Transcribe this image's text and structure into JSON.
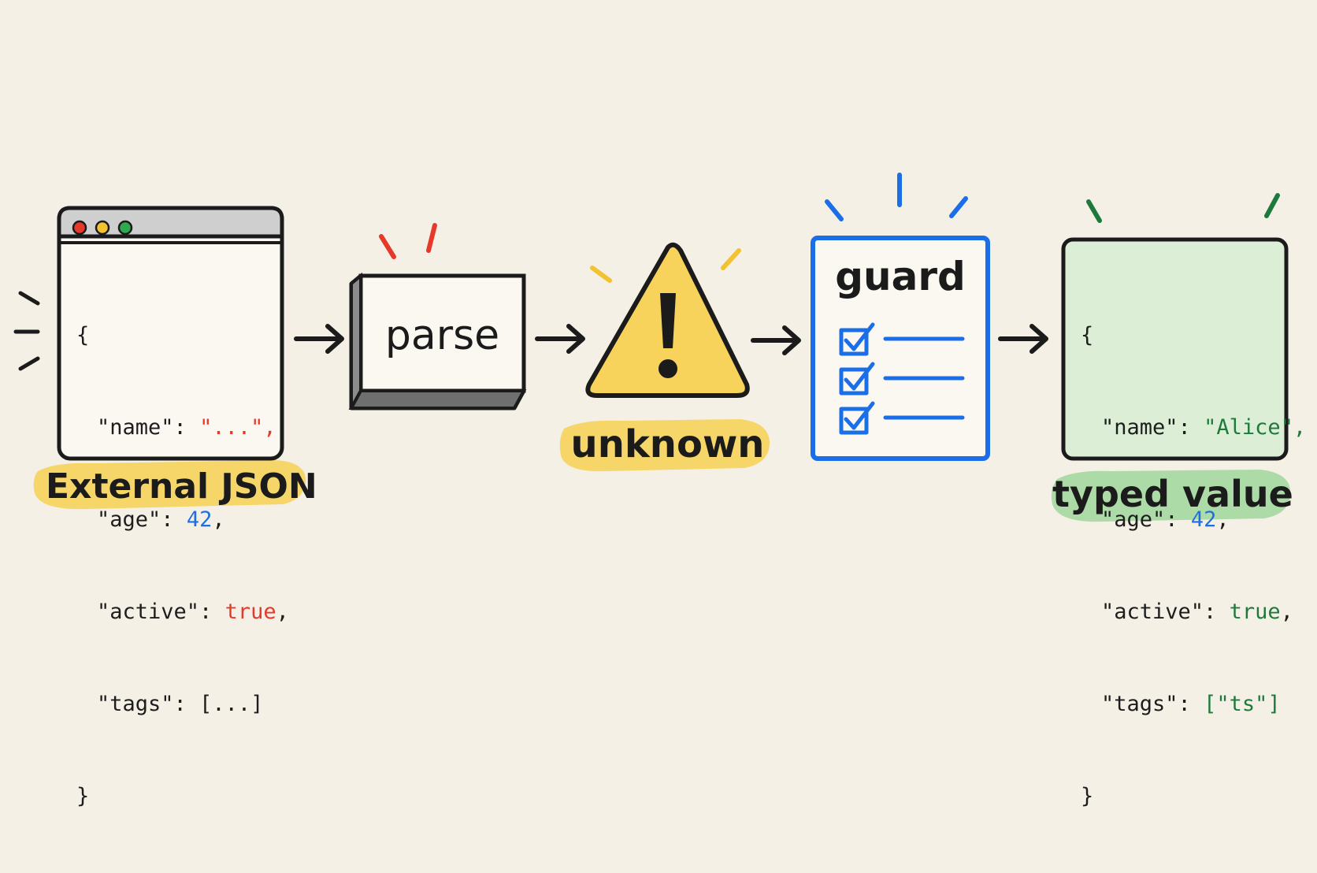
{
  "colors": {
    "background": "#f5f0e6",
    "ink": "#1b1b1b",
    "string_red": "#e5392b",
    "number_blue": "#1f6fe0",
    "bool_red": "#e5392b",
    "valid_green": "#1e7a3c",
    "highlight_yellow": "#f7d35b",
    "highlight_green": "#a9d9a4",
    "guard_blue": "#1a6ee8",
    "warning_yellow": "#f7d35b",
    "typed_panel_fill": "#dcefd6"
  },
  "stages": {
    "external_json": {
      "label": "External JSON",
      "icon": "browser-window-icon",
      "code": {
        "open": "{",
        "name_key": "\"name\":",
        "name_value": "\"...\",",
        "age_key": "\"age\":",
        "age_value": "42",
        "active_key": "\"active\":",
        "active_value": "true",
        "tags_key": "\"tags\":",
        "tags_value": "[...]",
        "close": "}",
        "comma": ","
      }
    },
    "parse": {
      "label": "parse",
      "icon": "box-icon"
    },
    "unknown": {
      "label": "unknown",
      "icon": "warning-triangle-icon",
      "glyph": "!"
    },
    "guard": {
      "label": "guard",
      "icon": "checklist-icon"
    },
    "typed_value": {
      "label": "typed value",
      "icon": "json-document-icon",
      "code": {
        "open": "{",
        "name_key": "\"name\":",
        "name_value": "\"Alice\",",
        "age_key": "\"age\":",
        "age_value": "42",
        "active_key": "\"active\":",
        "active_value": "true",
        "tags_key": "\"tags\":",
        "tags_value": "[\"ts\"]",
        "close": "}",
        "comma": ","
      }
    }
  }
}
